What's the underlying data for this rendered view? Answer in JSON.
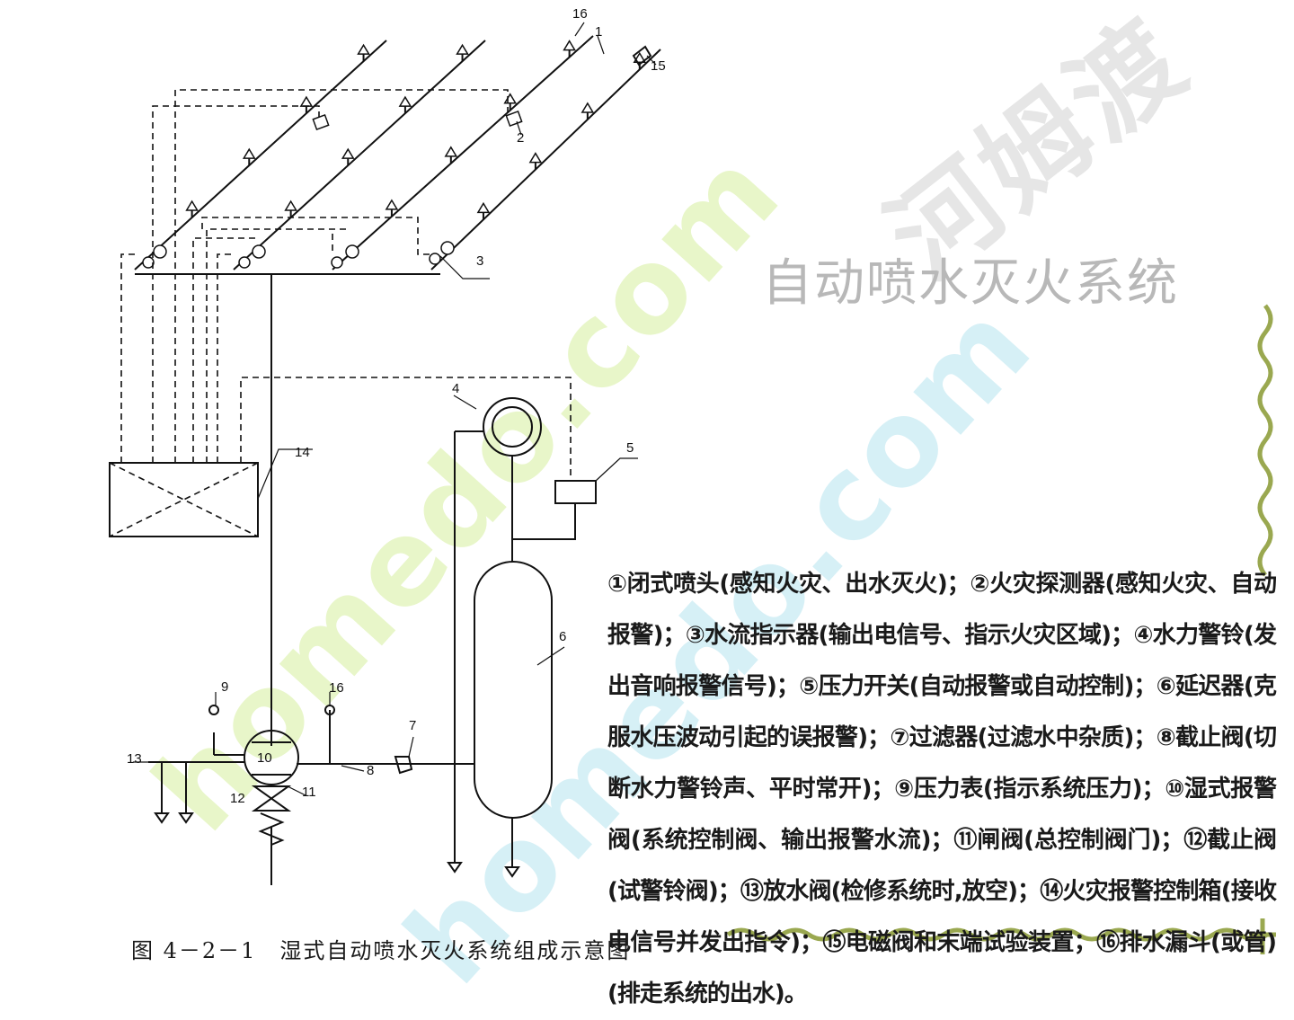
{
  "watermark": {
    "cn": "河姆渡",
    "url": "homedo.com"
  },
  "title": "自动喷水灭火系统",
  "figure_caption": "图 4－2－1　湿式自动喷水灭火系统组成示意图",
  "legend_text": "①闭式喷头(感知火灾、出水灭火)；②火灾探测器(感知火灾、自动报警)；③水流指示器(输出电信号、指示火灾区域)；④水力警铃(发出音响报警信号)；⑤压力开关(自动报警或自动控制)；⑥延迟器(克服水压波动引起的误报警)；⑦过滤器(过滤水中杂质)；⑧截止阀(切断水力警铃声、平时常开)；⑨压力表(指示系统压力)；⑩湿式报警阀(系统控制阀、输出报警水流)；⑪闸阀(总控制阀门)；⑫截止阀(试警铃阀)；⑬放水阀(检修系统时,放空)；⑭火灾报警控制箱(接收电信号并发出指令)；⑮电磁阀和末端试验装置；⑯排水漏斗(或管)(排走系统的出水)。",
  "labels": {
    "l1": "1",
    "l2": "2",
    "l3": "3",
    "l4": "4",
    "l5": "5",
    "l6": "6",
    "l7": "7",
    "l8": "8",
    "l9": "9",
    "l10": "10",
    "l11": "11",
    "l12": "12",
    "l13": "13",
    "l14": "14",
    "l15": "15",
    "l16a": "16",
    "l16b": "16"
  },
  "colors": {
    "line": "#111111",
    "watermark_green": "#e8f6c9",
    "watermark_blue": "#d6f0f6",
    "watermark_gray": "#e6e6e6",
    "vine": "#9aa850"
  }
}
